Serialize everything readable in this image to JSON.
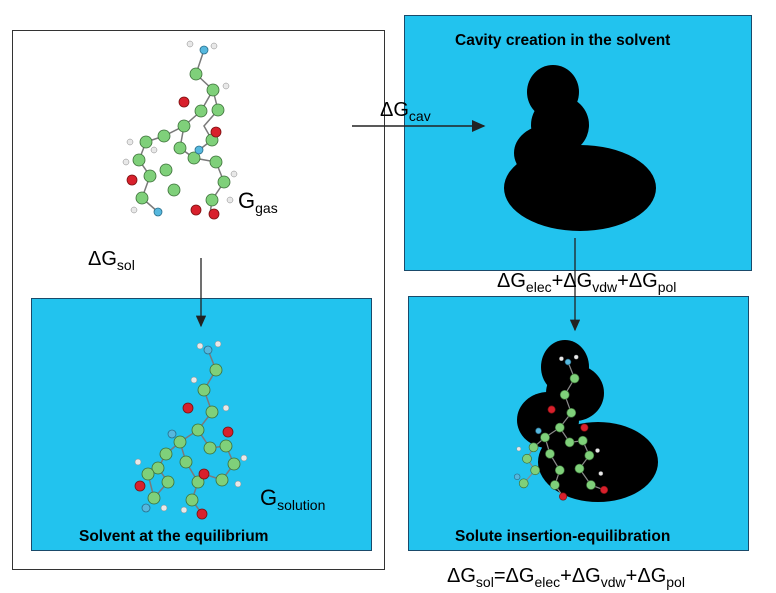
{
  "labels": {
    "cavity_caption": "Cavity creation in the solvent",
    "equilibrium_caption": "Solvent at the equilibrium",
    "insertion_caption": "Solute insertion-equilibration",
    "delta": "Δ",
    "G": "G",
    "plus": "+",
    "equals": "=",
    "sub_gas": "gas",
    "sub_solution": "solution",
    "sub_cav": "cav",
    "sub_sol": "sol",
    "sub_elec": "elec",
    "sub_vdw": "vdw",
    "sub_pol": "pol"
  },
  "colors": {
    "solvent": "#22c3ee",
    "cavity": "#000000",
    "carbon_atom": "#7fd07a",
    "oxygen_atom": "#d8202c",
    "nitrogen_atom": "#56b8de",
    "hydrogen_atom": "#e8e8e8"
  }
}
